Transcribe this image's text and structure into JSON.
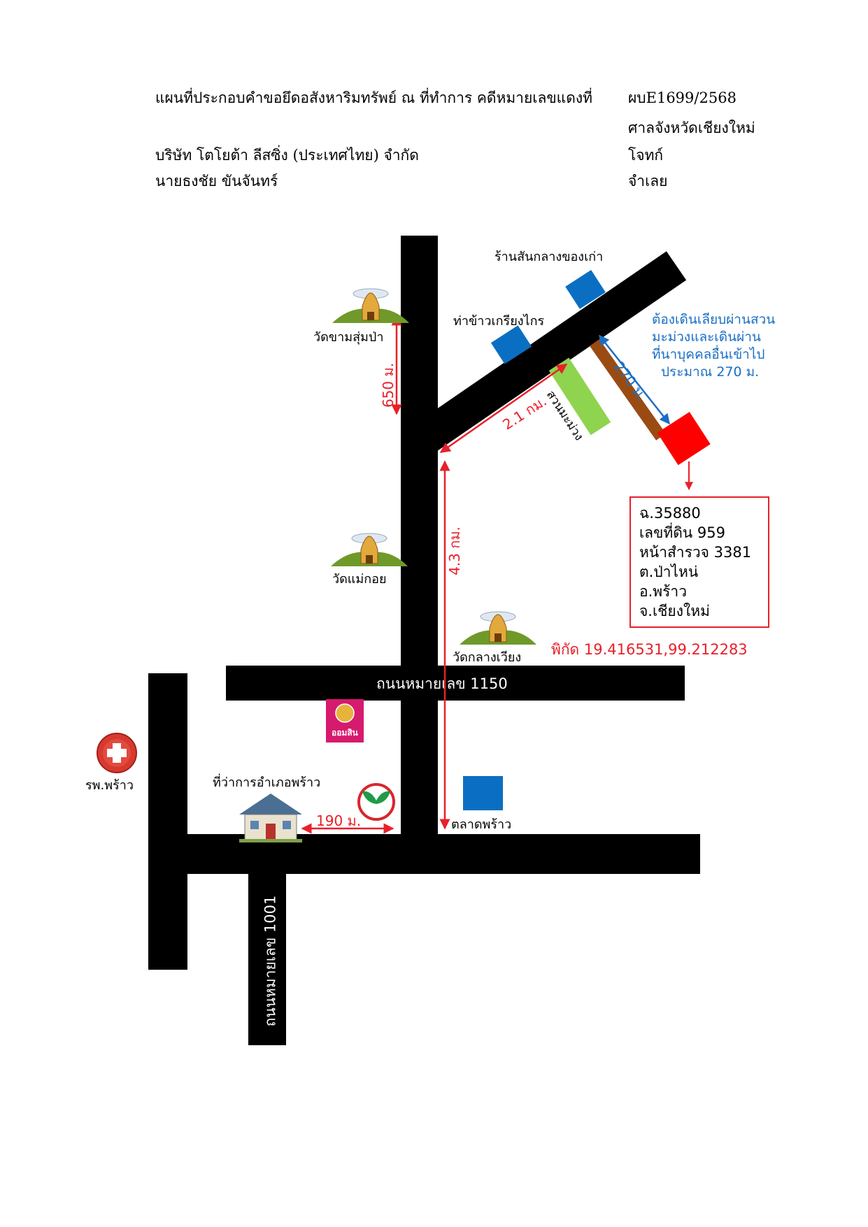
{
  "header": {
    "title_line": "แผนที่ประกอบคำขอยึดอสังหาริมทรัพย์ ณ ที่ทำการ คดีหมายเลขแดงที่",
    "case_number": "ผบE1699/2568",
    "court": "ศาลจังหวัดเชียงใหม่",
    "plaintiff_name": "บริษัท โตโยต้า ลีสซิ่ง (ประเทศไทย) จำกัด",
    "plaintiff_role": "โจทก์",
    "defendant_name": "นายธงชัย  ขันจันทร์",
    "defendant_role": "จำเลย"
  },
  "landmarks": {
    "antique_shop": "ร้านสันกลางของเก่า",
    "rice_pier": "ท่าข้าวเกรียงไกร",
    "temple_kham": "วัดขามสุ่มป่า",
    "temple_maekoi": "วัดแม่กอย",
    "temple_klang": "วัดกลางเวียง",
    "district_office": "ที่ว่าการอำเภอพร้าว",
    "market": "ตลาดพร้าว",
    "hospital": "รพ.พร้าว",
    "mango_orchard": "สวนมะม่วง",
    "bank_logo_text": "ออมสิน"
  },
  "roads": {
    "road_1150": "ถนนหมายเลข 1150",
    "road_1001": "ถนนหมายเลข 1001"
  },
  "distances": {
    "d650": "650 ม.",
    "d2_1": "2.1 กม.",
    "d4_3": "4.3 กม.",
    "d190": "190 ม.",
    "d270": "270 ม."
  },
  "note": {
    "line1": "ต้องเดินเลียบผ่านสวน",
    "line2": "มะม่วงและเดินผ่าน",
    "line3": "ที่นาบุคคลอื่นเข้าไป",
    "line4": "ประมาณ 270 ม."
  },
  "property": {
    "deed": "ฉ.35880",
    "land_no": "เลขที่ดิน 959",
    "survey_page": "หน้าสำรวจ 3381",
    "subdistrict": "ต.ป่าไหน่",
    "district": "อ.พร้าว",
    "province": "จ.เชียงใหม่"
  },
  "coordinates": "พิกัด 19.416531,99.212283",
  "colors": {
    "road": "#000000",
    "distance_arrow": "#e8202a",
    "note_text": "#1a6fc4",
    "building_blue": "#0a6fc2",
    "target_red": "#ff0000",
    "orchard_green": "#8fd44e",
    "path_brown": "#9a4b12",
    "bank_pink": "#d61a6e"
  },
  "icons": [
    "temple-icon",
    "hospital-cross-icon",
    "house-icon",
    "kasikorn-bank-icon",
    "gsb-bank-icon"
  ]
}
